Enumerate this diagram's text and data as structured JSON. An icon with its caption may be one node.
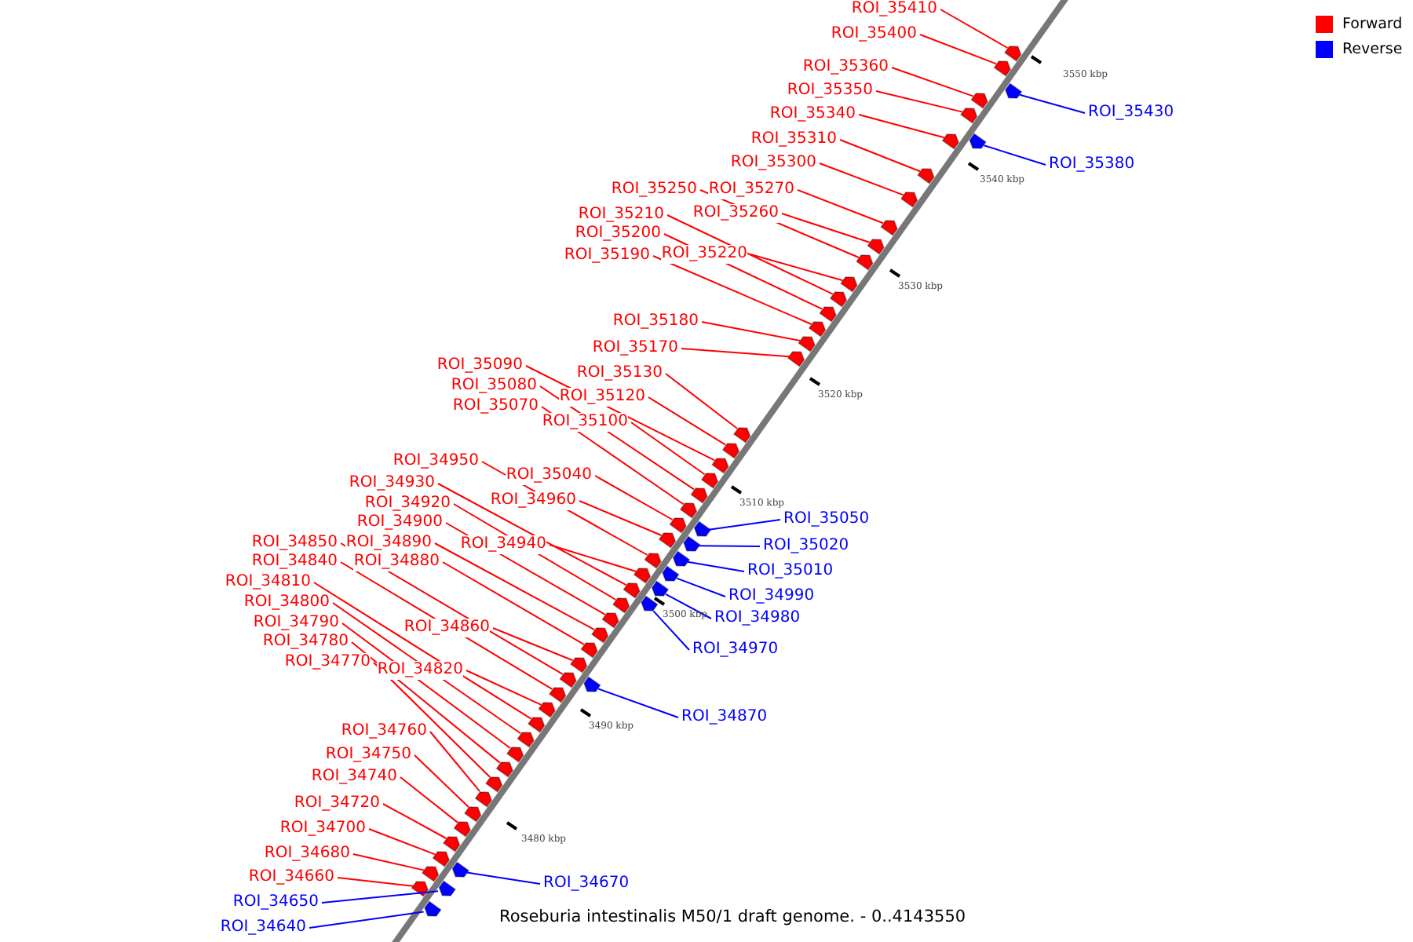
{
  "diagram": {
    "caption": "Roseburia intestinalis M50/1 draft genome. - 0..4143550",
    "nodes": [
      {
        "text": [
          "ROI_35410"
        ]
      },
      {
        "text": [
          "ROI_35400"
        ]
      },
      {
        "text": [
          "ROI_35360"
        ]
      },
      {
        "text": [
          "ROI_35350"
        ]
      },
      {
        "text": [
          "ROI_35430"
        ]
      },
      {
        "text": [
          "ROI_35340"
        ]
      },
      {
        "text": [
          "ROI_35310"
        ]
      },
      {
        "text": [
          "ROI_35300"
        ]
      },
      {
        "text": [
          "ROI_35380"
        ]
      },
      {
        "text": [
          "ROI_35250"
        ]
      },
      {
        "text": [
          "ROI_35270"
        ]
      },
      {
        "text": [
          "ROI_35210"
        ]
      },
      {
        "text": [
          "ROI_35260"
        ]
      },
      {
        "text": [
          "ROI_35200"
        ]
      },
      {
        "text": [
          "ROI_35190"
        ]
      },
      {
        "text": [
          "ROI_35220"
        ]
      },
      {
        "text": [
          "ROI_35180"
        ]
      },
      {
        "text": [
          "ROI_35170"
        ]
      },
      {
        "text": [
          "ROI_35090"
        ]
      },
      {
        "text": [
          "ROI_35130"
        ]
      },
      {
        "text": [
          "ROI_35080"
        ]
      },
      {
        "text": [
          "ROI_35120"
        ]
      },
      {
        "text": [
          "ROI_35070"
        ]
      },
      {
        "text": [
          "ROI_35100"
        ]
      },
      {
        "text": [
          "ROI_34950"
        ]
      },
      {
        "text": [
          "ROI_35040"
        ]
      },
      {
        "text": [
          "ROI_34930"
        ]
      },
      {
        "text": [
          "ROI_34960"
        ]
      },
      {
        "text": [
          "ROI_34920"
        ]
      },
      {
        "text": [
          "ROI_35050"
        ]
      },
      {
        "text": [
          "ROI_34900"
        ]
      },
      {
        "text": [
          "ROI_34850"
        ]
      },
      {
        "text": [
          "ROI_34890"
        ]
      },
      {
        "text": [
          "ROI_34940"
        ]
      },
      {
        "text": [
          "ROI_35020"
        ]
      },
      {
        "text": [
          "ROI_34840"
        ]
      },
      {
        "text": [
          "ROI_34880"
        ]
      },
      {
        "text": [
          "ROI_35010"
        ]
      },
      {
        "text": [
          "ROI_34810"
        ]
      },
      {
        "text": [
          "ROI_34990"
        ]
      },
      {
        "text": [
          "ROI_34800"
        ]
      },
      {
        "text": [
          "ROI_34980"
        ]
      },
      {
        "text": [
          "ROI_34790"
        ]
      },
      {
        "text": [
          "ROI_34860"
        ]
      },
      {
        "text": [
          "ROI_34780"
        ]
      },
      {
        "text": [
          "ROI_34970"
        ]
      },
      {
        "text": [
          "ROI_34770"
        ]
      },
      {
        "text": [
          "ROI_34820"
        ]
      },
      {
        "text": [
          "ROI_34870"
        ]
      },
      {
        "text": [
          "ROI_34760"
        ]
      },
      {
        "text": [
          "ROI_34750"
        ]
      },
      {
        "text": [
          "ROI_34740"
        ]
      },
      {
        "text": [
          "ROI_34720"
        ]
      },
      {
        "text": [
          "ROI_34700"
        ]
      },
      {
        "text": [
          "ROI_34680"
        ]
      },
      {
        "text": [
          "ROI_34660"
        ]
      },
      {
        "text": [
          "ROI_34670"
        ]
      },
      {
        "text": [
          "ROI_34650"
        ]
      },
      {
        "text": [
          "ROI_34640"
        ]
      },
      {
        "text": [],
        "shape": "arrow"
      },
      {
        "text": [],
        "shape": "arrow"
      },
      {
        "text": [],
        "shape": "arrow"
      },
      {
        "text": [],
        "shape": "arrow"
      },
      {
        "text": [],
        "shape": "arrow"
      },
      {
        "text": [],
        "shape": "arrow"
      },
      {
        "text": [],
        "shape": "arrow"
      },
      {
        "text": [],
        "shape": "arrow"
      },
      {
        "text": [],
        "shape": "arrow"
      },
      {
        "text": [],
        "shape": "arrow"
      },
      {
        "text": [],
        "shape": "arrow"
      },
      {
        "text": [],
        "shape": "arrow"
      },
      {
        "text": [],
        "shape": "arrow"
      },
      {
        "text": [],
        "shape": "arrow"
      },
      {
        "text": [],
        "shape": "arrow"
      },
      {
        "text": [],
        "shape": "arrow"
      },
      {
        "text": [],
        "shape": "arrow"
      },
      {
        "text": [],
        "shape": "arrow"
      },
      {
        "text": [],
        "shape": "arrow"
      },
      {
        "text": [],
        "shape": "arrow"
      },
      {
        "text": [],
        "shape": "arrow"
      },
      {
        "text": [],
        "shape": "arrow"
      },
      {
        "text": [],
        "shape": "arrow"
      },
      {
        "text": [],
        "shape": "arrow"
      },
      {
        "text": [],
        "shape": "arrow"
      },
      {
        "text": [],
        "shape": "arrow"
      },
      {
        "text": [],
        "shape": "arrow"
      },
      {
        "text": [],
        "shape": "arrow"
      },
      {
        "text": [],
        "shape": "arrow"
      },
      {
        "text": [],
        "shape": "arrow"
      },
      {
        "text": [],
        "shape": "arrow"
      },
      {
        "text": [],
        "shape": "arrow"
      },
      {
        "text": [],
        "shape": "arrow"
      },
      {
        "text": [],
        "shape": "arrow"
      },
      {
        "text": [],
        "shape": "arrow"
      },
      {
        "text": [],
        "shape": "arrow"
      },
      {
        "text": [],
        "shape": "arrow"
      },
      {
        "text": [],
        "shape": "arrow"
      },
      {
        "text": [],
        "shape": "arrow"
      },
      {
        "text": [],
        "shape": "arrow"
      },
      {
        "text": [],
        "shape": "arrow"
      },
      {
        "text": [],
        "shape": "arrow"
      },
      {
        "text": [],
        "shape": "arrow"
      },
      {
        "text": [],
        "shape": "arrow"
      },
      {
        "text": [],
        "shape": "arrow"
      },
      {
        "text": [],
        "shape": "arrow"
      },
      {
        "text": [],
        "shape": "arrow"
      },
      {
        "text": [],
        "shape": "arrow"
      },
      {
        "text": [],
        "shape": "arrow"
      },
      {
        "text": [],
        "shape": "arrow"
      },
      {
        "text": [],
        "shape": "arrow"
      },
      {
        "text": [],
        "shape": "arrow"
      },
      {
        "text": [],
        "shape": "arrow"
      },
      {
        "text": [],
        "shape": "arrow"
      },
      {
        "text": [],
        "shape": "arrow"
      },
      {
        "text": [],
        "shape": "arrow"
      },
      {
        "text": [],
        "shape": "arrow"
      },
      {
        "text": [],
        "shape": "arrow"
      },
      {
        "text": [],
        "shape": "arrow"
      }
    ],
    "edges": [
      {
        "from": 0,
        "to": 59,
        "arrow": "none"
      },
      {
        "from": 1,
        "to": 60,
        "arrow": "none"
      },
      {
        "from": 2,
        "to": 61,
        "arrow": "none"
      },
      {
        "from": 3,
        "to": 62,
        "arrow": "none"
      },
      {
        "from": 4,
        "to": 63,
        "arrow": "none",
        "color": "#0000ff"
      },
      {
        "from": 5,
        "to": 64,
        "arrow": "none"
      },
      {
        "from": 6,
        "to": 65,
        "arrow": "none"
      },
      {
        "from": 7,
        "to": 66,
        "arrow": "none"
      },
      {
        "from": 8,
        "to": 67,
        "arrow": "none",
        "color": "#0000ff"
      },
      {
        "from": 9,
        "to": 68,
        "arrow": "none"
      },
      {
        "from": 10,
        "to": 69,
        "arrow": "none"
      },
      {
        "from": 11,
        "to": 70,
        "arrow": "none"
      },
      {
        "from": 12,
        "to": 71,
        "arrow": "none"
      },
      {
        "from": 13,
        "to": 72,
        "arrow": "none"
      },
      {
        "from": 14,
        "to": 73,
        "arrow": "none"
      },
      {
        "from": 15,
        "to": 74,
        "arrow": "none"
      },
      {
        "from": 16,
        "to": 75,
        "arrow": "none"
      },
      {
        "from": 17,
        "to": 76,
        "arrow": "none"
      },
      {
        "from": 18,
        "to": 77,
        "arrow": "none"
      },
      {
        "from": 19,
        "to": 78,
        "arrow": "none"
      },
      {
        "from": 20,
        "to": 79,
        "arrow": "none"
      },
      {
        "from": 21,
        "to": 80,
        "arrow": "none"
      },
      {
        "from": 22,
        "to": 81,
        "arrow": "none"
      },
      {
        "from": 23,
        "to": 82,
        "arrow": "none"
      },
      {
        "from": 24,
        "to": 83,
        "arrow": "none"
      },
      {
        "from": 25,
        "to": 84,
        "arrow": "none"
      },
      {
        "from": 26,
        "to": 85,
        "arrow": "none"
      },
      {
        "from": 27,
        "to": 86,
        "arrow": "none"
      },
      {
        "from": 28,
        "to": 87,
        "arrow": "none"
      },
      {
        "from": 29,
        "to": 88,
        "arrow": "none",
        "color": "#0000ff"
      },
      {
        "from": 30,
        "to": 89,
        "arrow": "none"
      },
      {
        "from": 31,
        "to": 90,
        "arrow": "none"
      },
      {
        "from": 32,
        "to": 91,
        "arrow": "none"
      },
      {
        "from": 33,
        "to": 92,
        "arrow": "none"
      },
      {
        "from": 34,
        "to": 93,
        "arrow": "none",
        "color": "#0000ff"
      },
      {
        "from": 35,
        "to": 94,
        "arrow": "none"
      },
      {
        "from": 36,
        "to": 95,
        "arrow": "none"
      },
      {
        "from": 37,
        "to": 96,
        "arrow": "none",
        "color": "#0000ff"
      },
      {
        "from": 38,
        "to": 97,
        "arrow": "none"
      },
      {
        "from": 39,
        "to": 98,
        "arrow": "none",
        "color": "#0000ff"
      },
      {
        "from": 40,
        "to": 99,
        "arrow": "none"
      },
      {
        "from": 41,
        "to": 100,
        "arrow": "none",
        "color": "#0000ff"
      },
      {
        "from": 42,
        "to": 101,
        "arrow": "none"
      },
      {
        "from": 43,
        "to": 102,
        "arrow": "none"
      },
      {
        "from": 44,
        "to": 103,
        "arrow": "none"
      },
      {
        "from": 45,
        "to": 104,
        "arrow": "none",
        "color": "#0000ff"
      },
      {
        "from": 46,
        "to": 105,
        "arrow": "none"
      },
      {
        "from": 47,
        "to": 106,
        "arrow": "none"
      },
      {
        "from": 48,
        "to": 107,
        "arrow": "none",
        "color": "#0000ff"
      },
      {
        "from": 49,
        "to": 108,
        "arrow": "none"
      },
      {
        "from": 50,
        "to": 109,
        "arrow": "none"
      },
      {
        "from": 51,
        "to": 110,
        "arrow": "none"
      },
      {
        "from": 52,
        "to": 111,
        "arrow": "none"
      },
      {
        "from": 53,
        "to": 112,
        "arrow": "none"
      },
      {
        "from": 54,
        "to": 113,
        "arrow": "none"
      },
      {
        "from": 55,
        "to": 114,
        "arrow": "none"
      },
      {
        "from": 56,
        "to": 115,
        "arrow": "none",
        "color": "#0000ff"
      },
      {
        "from": 57,
        "to": 116,
        "arrow": "none",
        "color": "#0000ff"
      },
      {
        "from": 58,
        "to": 117,
        "arrow": "none",
        "color": "#0000ff"
      }
    ],
    "labels": [
      "3550 kbp",
      "3540 kbp",
      "3530 kbp",
      "3520 kbp",
      "3510 kbp",
      "3500 kbp",
      "3490 kbp",
      "3480 kbp"
    ],
    "legend": [
      {
        "text": "Forward",
        "color": "#ff0000"
      },
      {
        "text": "Reverse",
        "color": "#0000ff"
      }
    ]
  }
}
